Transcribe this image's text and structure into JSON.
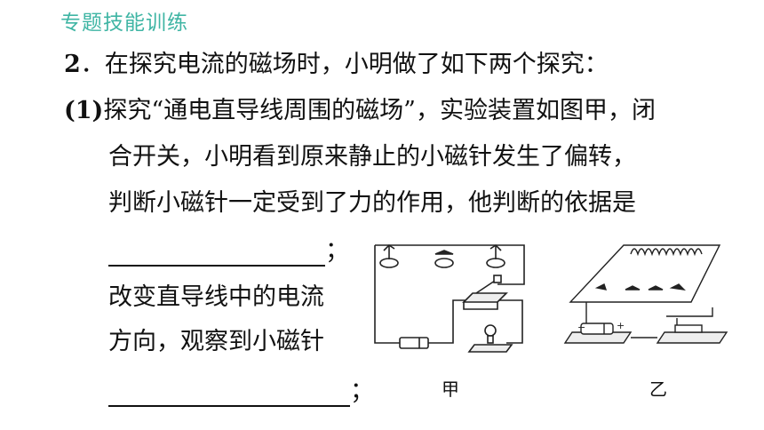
{
  "header": {
    "title": "专题技能训练"
  },
  "question": {
    "number": "2",
    "stem": "．在探究电流的磁场时，小明做了如下两个探究：",
    "part1_label": "(1)",
    "part1_line1": "探究“通电直导线周围的磁场”，实验装置如图甲，闭",
    "part1_line2": "合开关，小明看到原来静止的小磁针发生了偏转，",
    "part1_line3": "判断小磁针一定受到了力的作用，他判断的依据是",
    "blank1_suffix": "；",
    "line6": "改变直导线中的电流",
    "line7": "方向，观察到小磁针",
    "blank2_suffix": "；"
  },
  "figures": {
    "caption_a": "甲",
    "caption_b": "乙",
    "battery_plus": "+",
    "battery_minus": "−"
  }
}
